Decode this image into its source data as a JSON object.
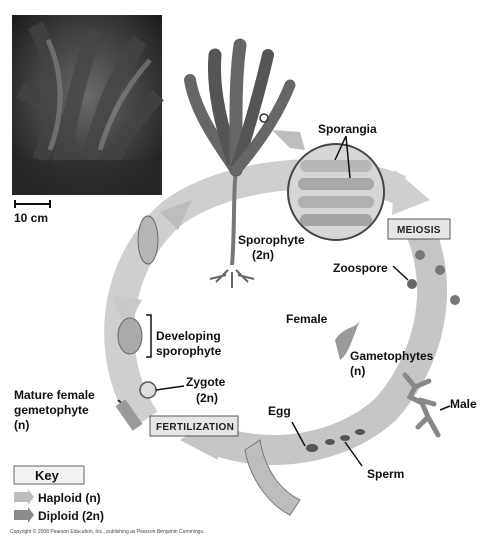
{
  "labels": {
    "scale": "10 cm",
    "sporangia": "Sporangia",
    "sporophyte_line1": "Sporophyte",
    "sporophyte_line2": "(2n)",
    "meiosis": "MEIOSIS",
    "zoospore": "Zoospore",
    "female": "Female",
    "gametophytes_line1": "Gametophytes",
    "gametophytes_line2": "(n)",
    "developing_line1": "Developing",
    "developing_line2": "sporophyte",
    "zygote_line1": "Zygote",
    "zygote_line2": "(2n)",
    "mature_line1": "Mature female",
    "mature_line2": "gemetophyte",
    "mature_line3": "(n)",
    "fertilization": "FERTILIZATION",
    "egg": "Egg",
    "male": "Male",
    "sperm": "Sperm"
  },
  "key": {
    "title": "Key",
    "haploid": "Haploid (n)",
    "diploid": "Diploid (2n)"
  },
  "copyright": "Copyright © 2008 Pearson Education, Inc., publishing as Pearson Benjamin Cummings."
}
